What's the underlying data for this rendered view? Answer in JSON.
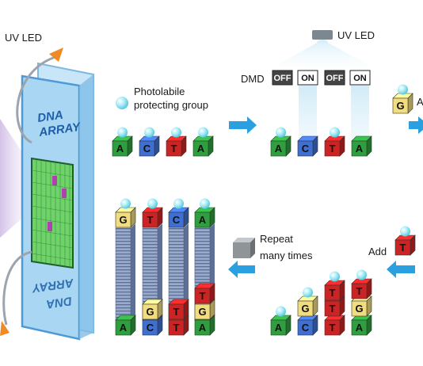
{
  "labels": {
    "uv_led_left": "UV LED",
    "uv_led_top": "UV LED",
    "dmd": "DMD",
    "photolabile_line1": "Photolabile",
    "photolabile_line2": "protecting group",
    "repeat_line1": "Repeat",
    "repeat_line2": "many times",
    "add_t": "Add",
    "add_g_partial": "A",
    "chip_front_1": "DNA",
    "chip_front_2": "ARRAY",
    "chip_back_1": "DNA",
    "chip_back_2": "ARRAY"
  },
  "dmd_states": [
    "OFF",
    "ON",
    "OFF",
    "ON"
  ],
  "colors": {
    "A": "#2e9e3e",
    "C": "#3f6fd0",
    "T": "#cc2424",
    "G": "#f2dc80",
    "cap": "#9fe6f2",
    "arrow": "#2aa0e0",
    "dmd_off": "#444444",
    "beam": "#bfe4f5",
    "glass": "#9fd0f0",
    "stack": "#8d9fc2"
  },
  "bases": {
    "step1": [
      "A",
      "C",
      "T",
      "A"
    ],
    "step2": [
      "A",
      "C",
      "T",
      "A"
    ],
    "add_g": "G",
    "add_t": "T",
    "step4_bottom": [
      "A",
      "C",
      "T",
      "A"
    ],
    "step4_layer2": [
      "G",
      "T",
      "G"
    ],
    "step4_top": "T",
    "final_top": [
      "G",
      "T",
      "C",
      "A"
    ],
    "final_mid": [
      "T",
      "G"
    ],
    "final_bottom": [
      "A",
      "C",
      "T",
      "A"
    ],
    "final_second": [
      "G",
      "T",
      "G"
    ]
  },
  "icons": [
    "led-lamp-icon",
    "orange-arrow-icon",
    "blue-arrow-icon",
    "gray-cube-icon"
  ]
}
